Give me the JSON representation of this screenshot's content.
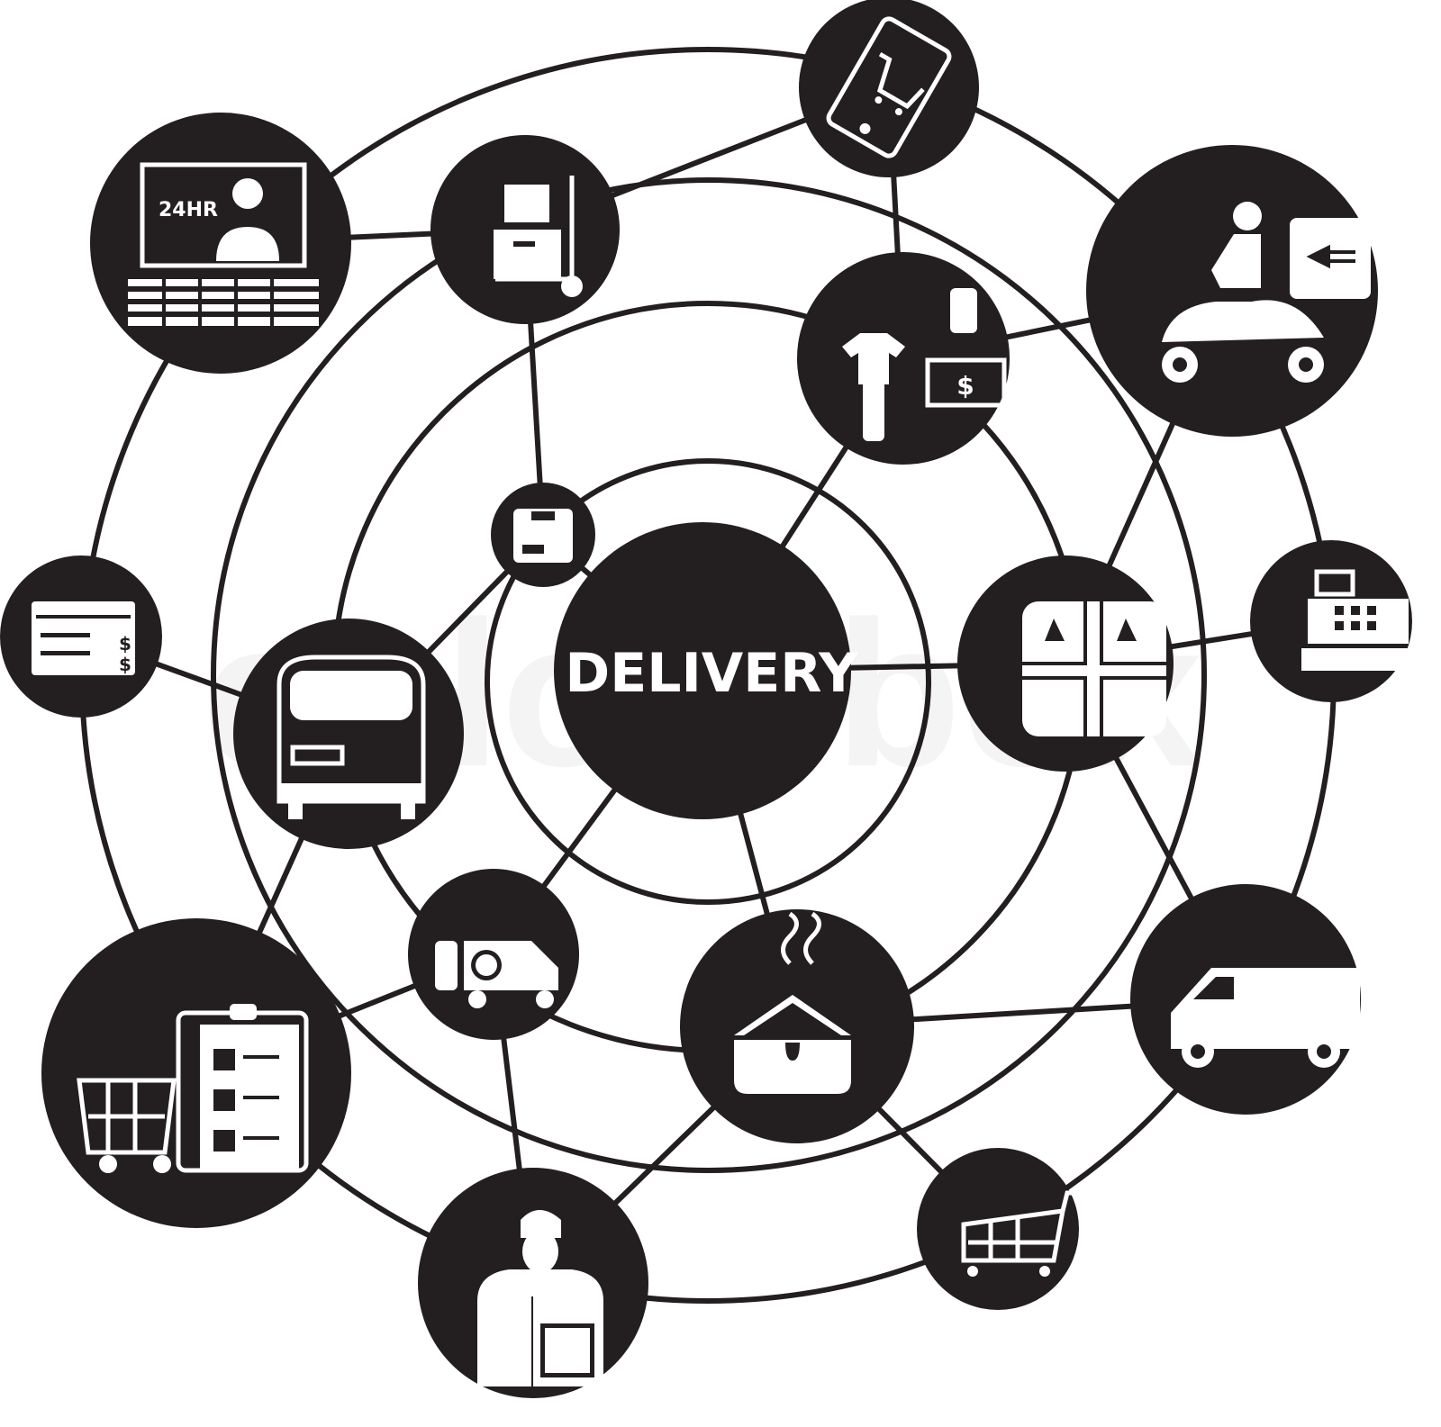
{
  "diagram": {
    "center_label": "DELIVERY",
    "watermark": "colourbox",
    "colors": {
      "ink": "#231f20",
      "background": "#ffffff",
      "icon": "#ffffff"
    },
    "nodes": [
      {
        "id": "delivery",
        "icon": "delivery-hub"
      },
      {
        "id": "small-box",
        "icon": "package-icon"
      },
      {
        "id": "tablet",
        "icon": "tablet-shopping-cart-icon"
      },
      {
        "id": "laptop",
        "icon": "laptop-24hr-support-icon",
        "text": "24HR"
      },
      {
        "id": "hand-truck",
        "icon": "hand-truck-boxes-icon"
      },
      {
        "id": "shirt-pay",
        "icon": "shirt-payment-icon",
        "text": "$"
      },
      {
        "id": "scooter",
        "icon": "scooter-delivery-icon"
      },
      {
        "id": "receipt",
        "icon": "receipt-icon",
        "text": "$"
      },
      {
        "id": "bus",
        "icon": "bus-icon"
      },
      {
        "id": "gift",
        "icon": "gift-box-icon"
      },
      {
        "id": "cash-register",
        "icon": "cash-register-icon"
      },
      {
        "id": "clock-van",
        "icon": "timed-delivery-van-icon"
      },
      {
        "id": "food-box",
        "icon": "hot-food-box-icon"
      },
      {
        "id": "van",
        "icon": "delivery-van-icon"
      },
      {
        "id": "checklist-cart",
        "icon": "checklist-cart-icon"
      },
      {
        "id": "courier",
        "icon": "courier-icon"
      },
      {
        "id": "cart",
        "icon": "shopping-cart-icon"
      }
    ]
  }
}
